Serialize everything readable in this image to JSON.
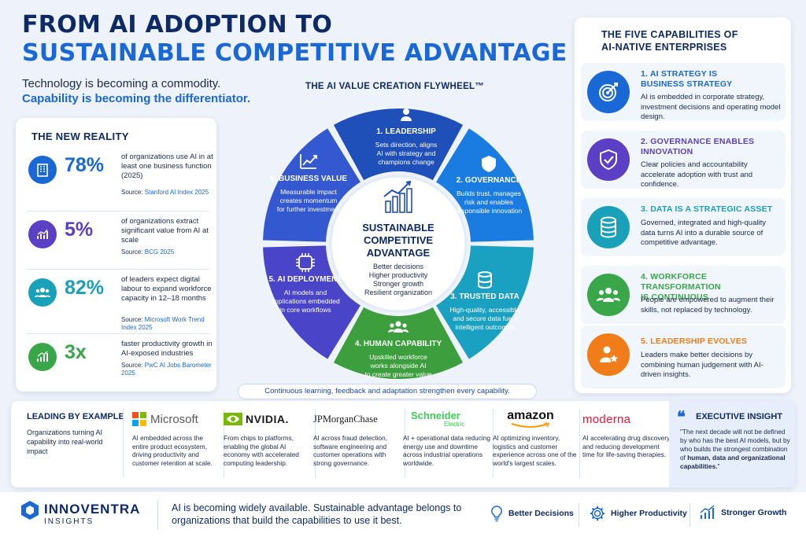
{
  "header": {
    "title_line1": "FROM AI ADOPTION TO",
    "title_line2": "SUSTAINABLE COMPETITIVE ADVANTAGE",
    "subtitle1": "Technology is becoming a commodity.",
    "subtitle2": "Capability is becoming the differentiator."
  },
  "new_reality": {
    "heading": "THE NEW REALITY",
    "stats": [
      {
        "value": "78%",
        "text": "of organizations use AI in at least one business function (2025)",
        "source_prefix": "Source: ",
        "source": "Stanford AI Index 2025",
        "color": "#1a67d6",
        "icon": "building-icon"
      },
      {
        "value": "5%",
        "text": "of organizations extract significant value from AI at scale",
        "source_prefix": "Source: ",
        "source": "BCG 2025",
        "color": "#5b3fc4",
        "icon": "chart-icon"
      },
      {
        "value": "82%",
        "text": "of leaders expect digital labour to expand workforce capacity in 12–18 months",
        "source_prefix": "Source: ",
        "source": "Microsoft Work Trend Index 2025",
        "color": "#1aa0b8",
        "icon": "people-icon"
      },
      {
        "value": "3x",
        "text": "faster productivity growth in AI-exposed industries",
        "source_prefix": "Source: ",
        "source": "PwC AI Jobs Barometer 2025",
        "color": "#3aa64a",
        "icon": "growth-icon"
      }
    ]
  },
  "flywheel": {
    "title": "THE AI VALUE CREATION FLYWHEEL™",
    "center": {
      "title1": "SUSTAINABLE",
      "title2": "COMPETITIVE",
      "title3": "ADVANTAGE",
      "b1": "Better decisions",
      "b2": "Higher productivity",
      "b3": "Stronger growth",
      "b4": "Resilient organization"
    },
    "segments": [
      {
        "title": "1. LEADERSHIP",
        "d1": "Sets direction, aligns",
        "d2": "AI with strategy and",
        "d3": "champions change",
        "color": "#1f4fb8"
      },
      {
        "title": "2. GOVERNANCE",
        "d1": "Builds trust, manages",
        "d2": "risk and enables",
        "d3": "responsible innovation",
        "color": "#1a7ce0"
      },
      {
        "title": "3. TRUSTED DATA",
        "d1": "High-quality, accessible",
        "d2": "and secure data fuels",
        "d3": "intelligent outcomes",
        "color": "#1aa0c0"
      },
      {
        "title": "4. HUMAN CAPABILITY",
        "d1": "Upskilled workforce",
        "d2": "works alongside AI",
        "d3": "to create greater value",
        "color": "#3c9e3c"
      },
      {
        "title": "5. AI DEPLOYMENT",
        "d1": "AI models and",
        "d2": "applications embedded",
        "d3": "in core workflows",
        "color": "#4a44c8"
      },
      {
        "title": "6. BUSINESS VALUE",
        "d1": "Measurable impact",
        "d2": "creates momentum",
        "d3": "for further investment",
        "color": "#3358d0"
      }
    ],
    "caption": "Continuous learning, feedback and adaptation strengthen every capability."
  },
  "capabilities": {
    "heading1": "THE FIVE CAPABILITIES OF",
    "heading2": "AI-NATIVE ENTERPRISES",
    "items": [
      {
        "t1": "1. AI STRATEGY IS",
        "t2": "BUSINESS STRATEGY",
        "desc": "AI is embedded in corporate strategy, investment decisions and operating model design.",
        "color": "#1a67d6",
        "icon": "target-icon"
      },
      {
        "t1": "2. GOVERNANCE ENABLES",
        "t2": "INNOVATION",
        "desc": "Clear policies and accountability accelerate adoption with trust and confidence.",
        "color": "#5b3fc4",
        "icon": "shield-icon"
      },
      {
        "t1": "3. DATA IS A STRATEGIC ASSET",
        "t2": "",
        "desc": "Governed, integrated and high-quality data turns AI into a durable source of competitive advantage.",
        "color": "#1aa0b8",
        "icon": "database-icon"
      },
      {
        "t1": "4. WORKFORCE TRANSFORMATION",
        "t2": "IS CONTINUOUS",
        "desc": "People are empowered to augment their skills, not replaced by technology.",
        "color": "#3aa64a",
        "icon": "team-icon"
      },
      {
        "t1": "5. LEADERSHIP EVOLVES",
        "t2": "",
        "desc": "Leaders make better decisions by combining human judgement with AI-driven insights.",
        "color": "#f07d1a",
        "icon": "leader-icon"
      }
    ]
  },
  "examples": {
    "heading": "LEADING BY EXAMPLE",
    "desc": "Organizations turning AI capability into real-world impact",
    "companies": [
      {
        "name": "Microsoft",
        "desc": "AI embedded across the entire product ecosystem, driving productivity and customer retention at scale."
      },
      {
        "name": "NVIDIA.",
        "desc": "From chips to platforms, enabling the global AI economy with accelerated computing leadership."
      },
      {
        "name": "JPMorganChase",
        "desc": "AI across fraud detection, software engineering and customer operations with strong governance."
      },
      {
        "name": "Schneider",
        "name2": "Electric",
        "desc": "AI + operational data reducing energy use and downtime across industrial operations worldwide."
      },
      {
        "name": "amazon",
        "desc": "AI optimizing inventory, logistics and customer experience across one of the world's largest scales."
      },
      {
        "name": "moderna",
        "desc": "AI accelerating drug discovery and reducing development time for life-saving therapies."
      }
    ]
  },
  "insight": {
    "heading": "EXECUTIVE INSIGHT",
    "quote_mark": "❝",
    "text1": "\"The next decade will not be defined by who has the best AI models, but by who builds the strongest combination of ",
    "text2": "human, data and organizational capabilities.",
    "text3": "\""
  },
  "footer": {
    "brand": "INNOVENTRA",
    "brand_sub": "INSIGHTS",
    "tagline": "AI is becoming widely available. Sustainable advantage belongs to organizations that build the capabilities to use it best.",
    "items": [
      {
        "label": "Better Decisions",
        "icon": "bulb-icon"
      },
      {
        "label": "Higher Productivity",
        "icon": "gear-icon"
      },
      {
        "label": "Stronger Growth",
        "icon": "growth-icon"
      }
    ]
  }
}
